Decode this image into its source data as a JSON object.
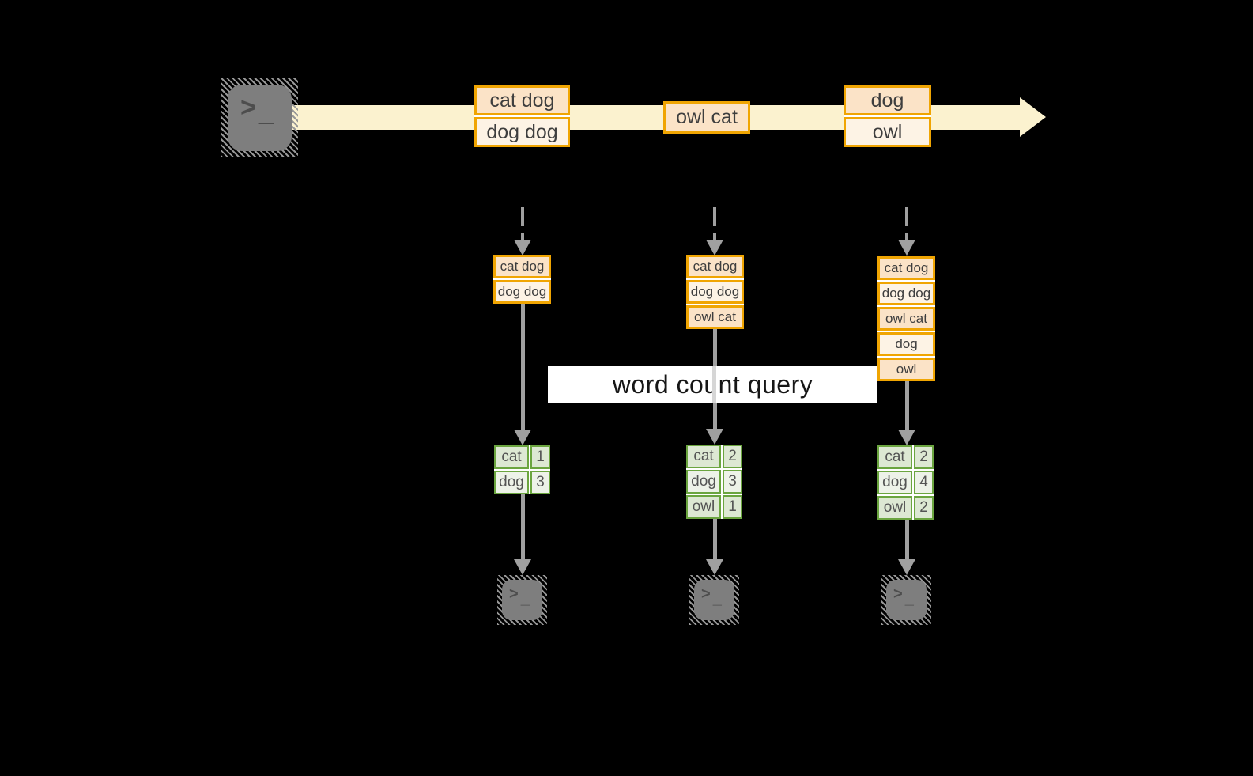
{
  "banner": {
    "label": "word count query"
  },
  "stream": {
    "batches": [
      [
        "cat dog",
        "dog dog"
      ],
      [
        "owl cat"
      ],
      [
        "dog",
        "owl"
      ]
    ]
  },
  "columns": [
    {
      "inputs": [
        "cat dog",
        "dog dog"
      ],
      "counts": [
        {
          "word": "cat",
          "count": "1"
        },
        {
          "word": "dog",
          "count": "3"
        }
      ]
    },
    {
      "inputs": [
        "cat dog",
        "dog dog",
        "owl cat"
      ],
      "counts": [
        {
          "word": "cat",
          "count": "2"
        },
        {
          "word": "dog",
          "count": "3"
        },
        {
          "word": "owl",
          "count": "1"
        }
      ]
    },
    {
      "inputs": [
        "cat dog",
        "dog dog",
        "owl cat",
        "dog",
        "owl"
      ],
      "counts": [
        {
          "word": "cat",
          "count": "2"
        },
        {
          "word": "dog",
          "count": "4"
        },
        {
          "word": "owl",
          "count": "2"
        }
      ]
    }
  ],
  "icons": {
    "terminal_prompt": ">",
    "terminal_cursor": "_"
  },
  "colors": {
    "amber": "#F0A502",
    "peach": "#FBE3C7",
    "cream_light": "#FDF3E5",
    "stream": "#FBF2CF",
    "green": "#6BA53F",
    "green_row_a": "#DDE8D3",
    "green_row_b": "#EDF2E8",
    "arrow_gray": "#A0A0A0",
    "terminal_gray": "#7E7E7E",
    "glyph_gray": "#4D4D4D",
    "banner_bg": "#FFFFFF",
    "banner_text": "#161616"
  }
}
